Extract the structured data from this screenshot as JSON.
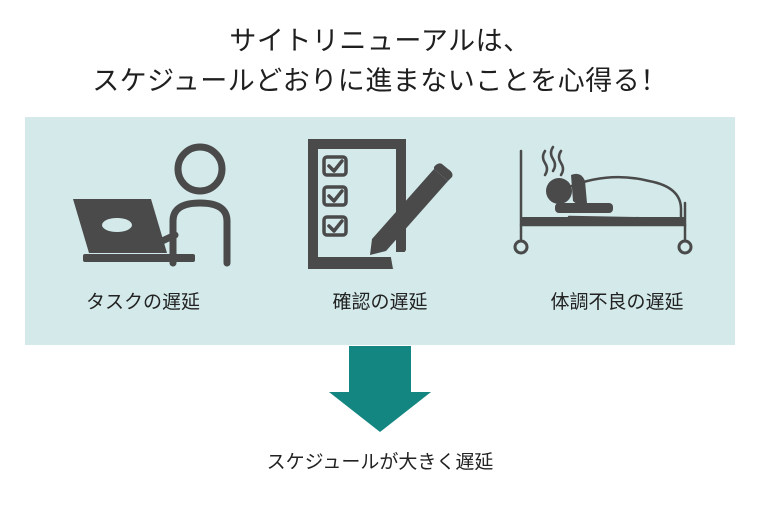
{
  "heading": {
    "line1": "サイトリニューアルは、",
    "line2": "スケジュールどおりに進まないことを心得る！"
  },
  "causes": [
    {
      "label": "タスクの遅延",
      "icon": "laptop-person-icon"
    },
    {
      "label": "確認の遅延",
      "icon": "checklist-pencil-icon"
    },
    {
      "label": "体調不良の遅延",
      "icon": "sick-in-bed-icon"
    }
  ],
  "result": {
    "label": "スケジュールが大きく遅延"
  },
  "colors": {
    "panel": "#d3e9ea",
    "icon": "#4a4a4a",
    "arrow": "#138682"
  }
}
